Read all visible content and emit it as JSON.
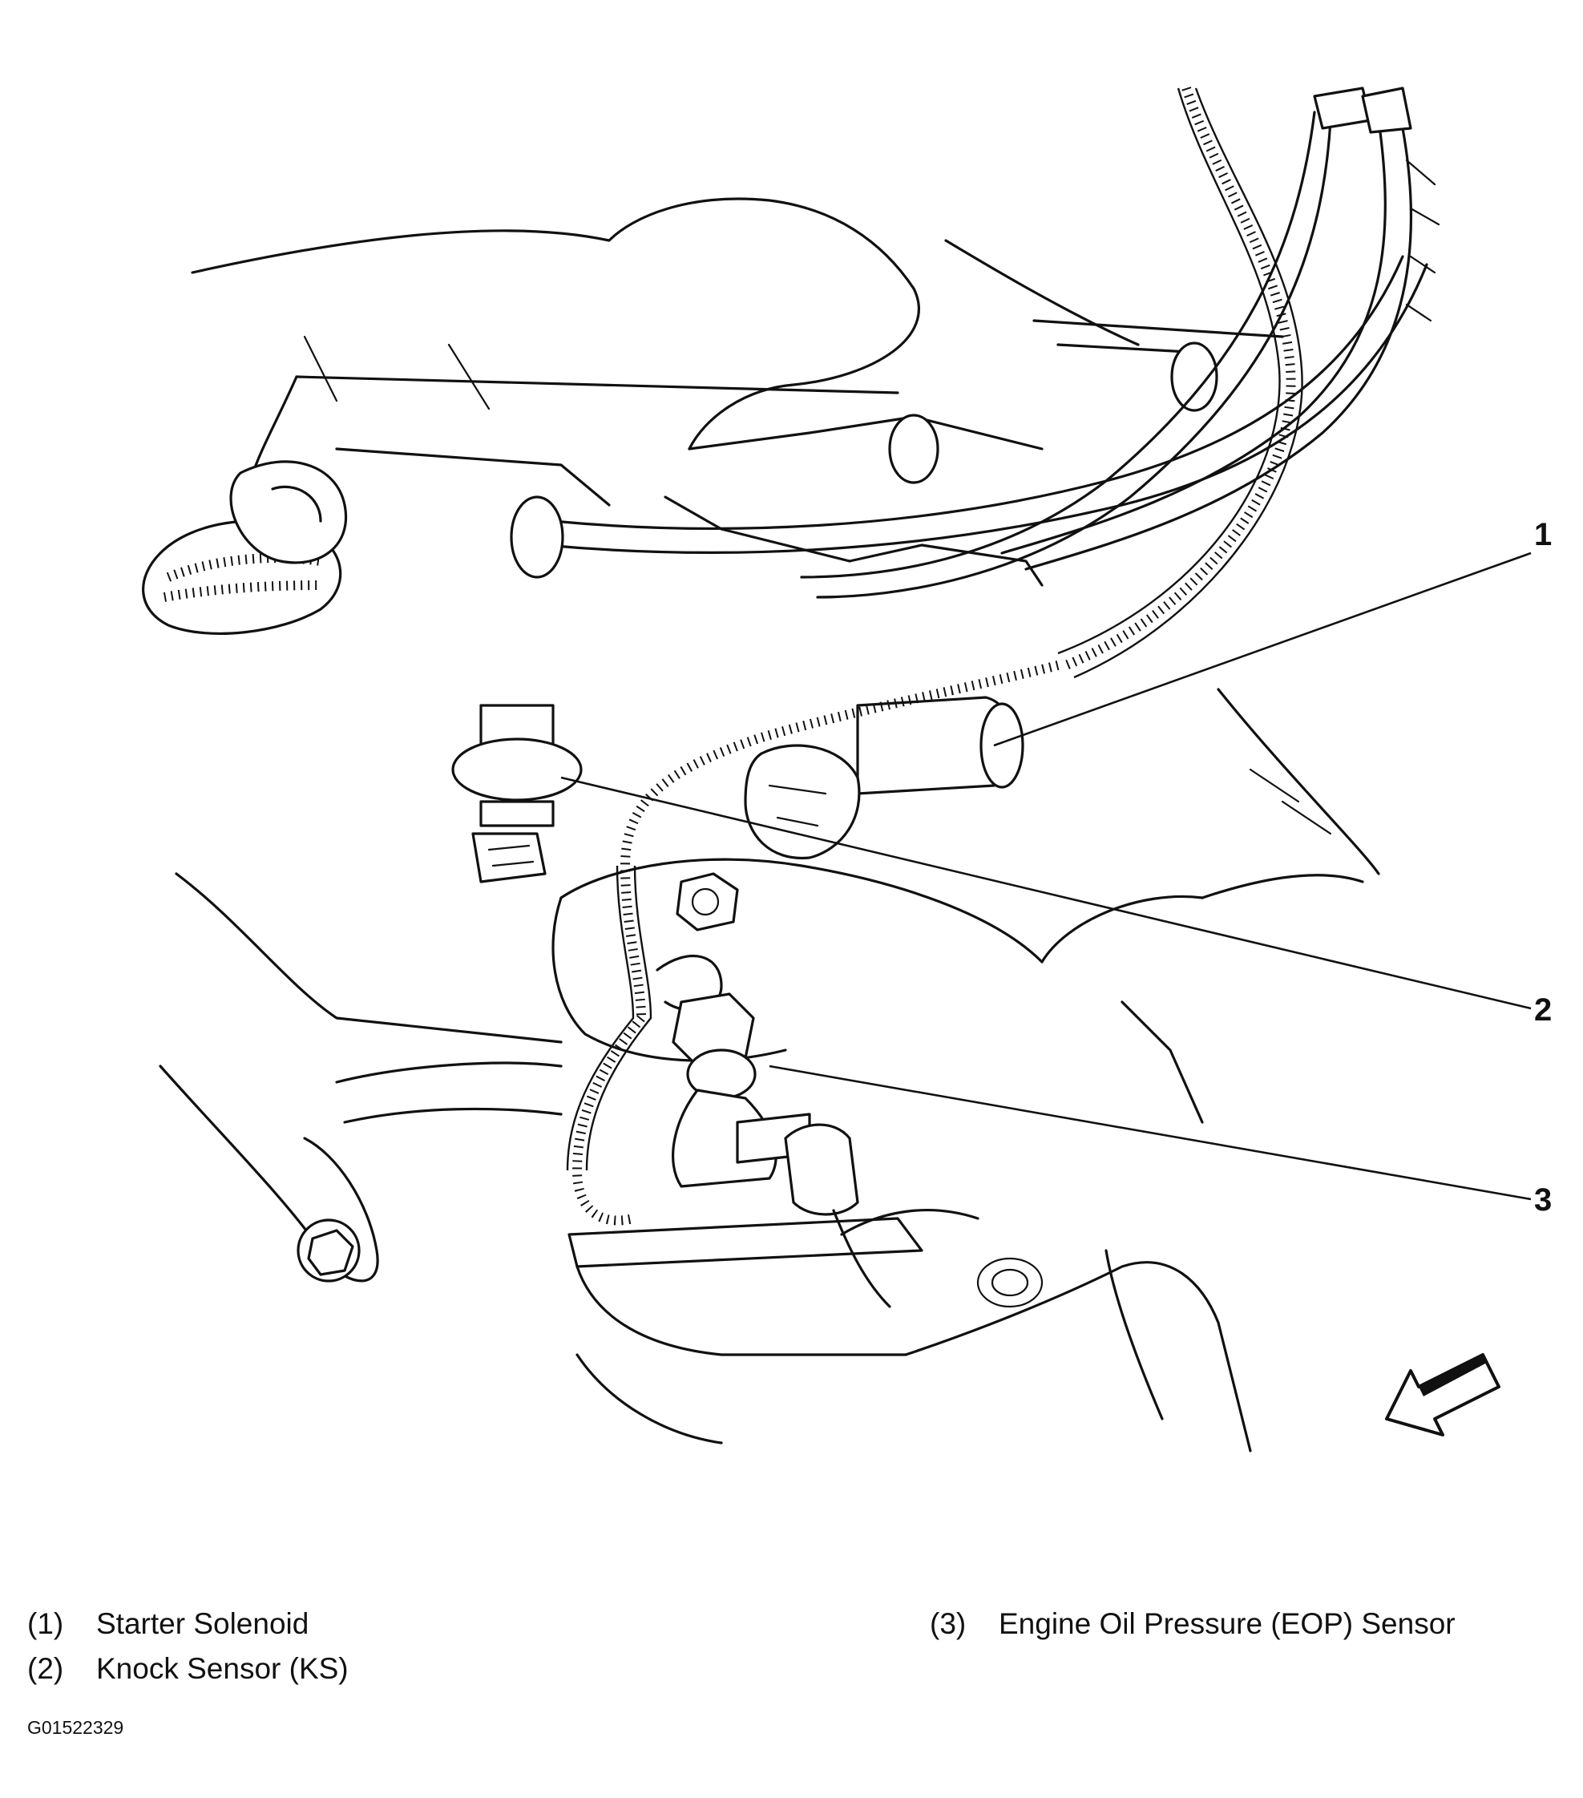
{
  "callouts": [
    "1",
    "2",
    "3"
  ],
  "legend": {
    "items": [
      {
        "number": "(1)",
        "label": "Starter Solenoid"
      },
      {
        "number": "(2)",
        "label": "Knock Sensor (KS)"
      },
      {
        "number": "(3)",
        "label": "Engine Oil Pressure (EOP) Sensor"
      }
    ]
  },
  "figure_id": "G01522329",
  "direction_arrow": "front-of-vehicle-arrow-icon"
}
